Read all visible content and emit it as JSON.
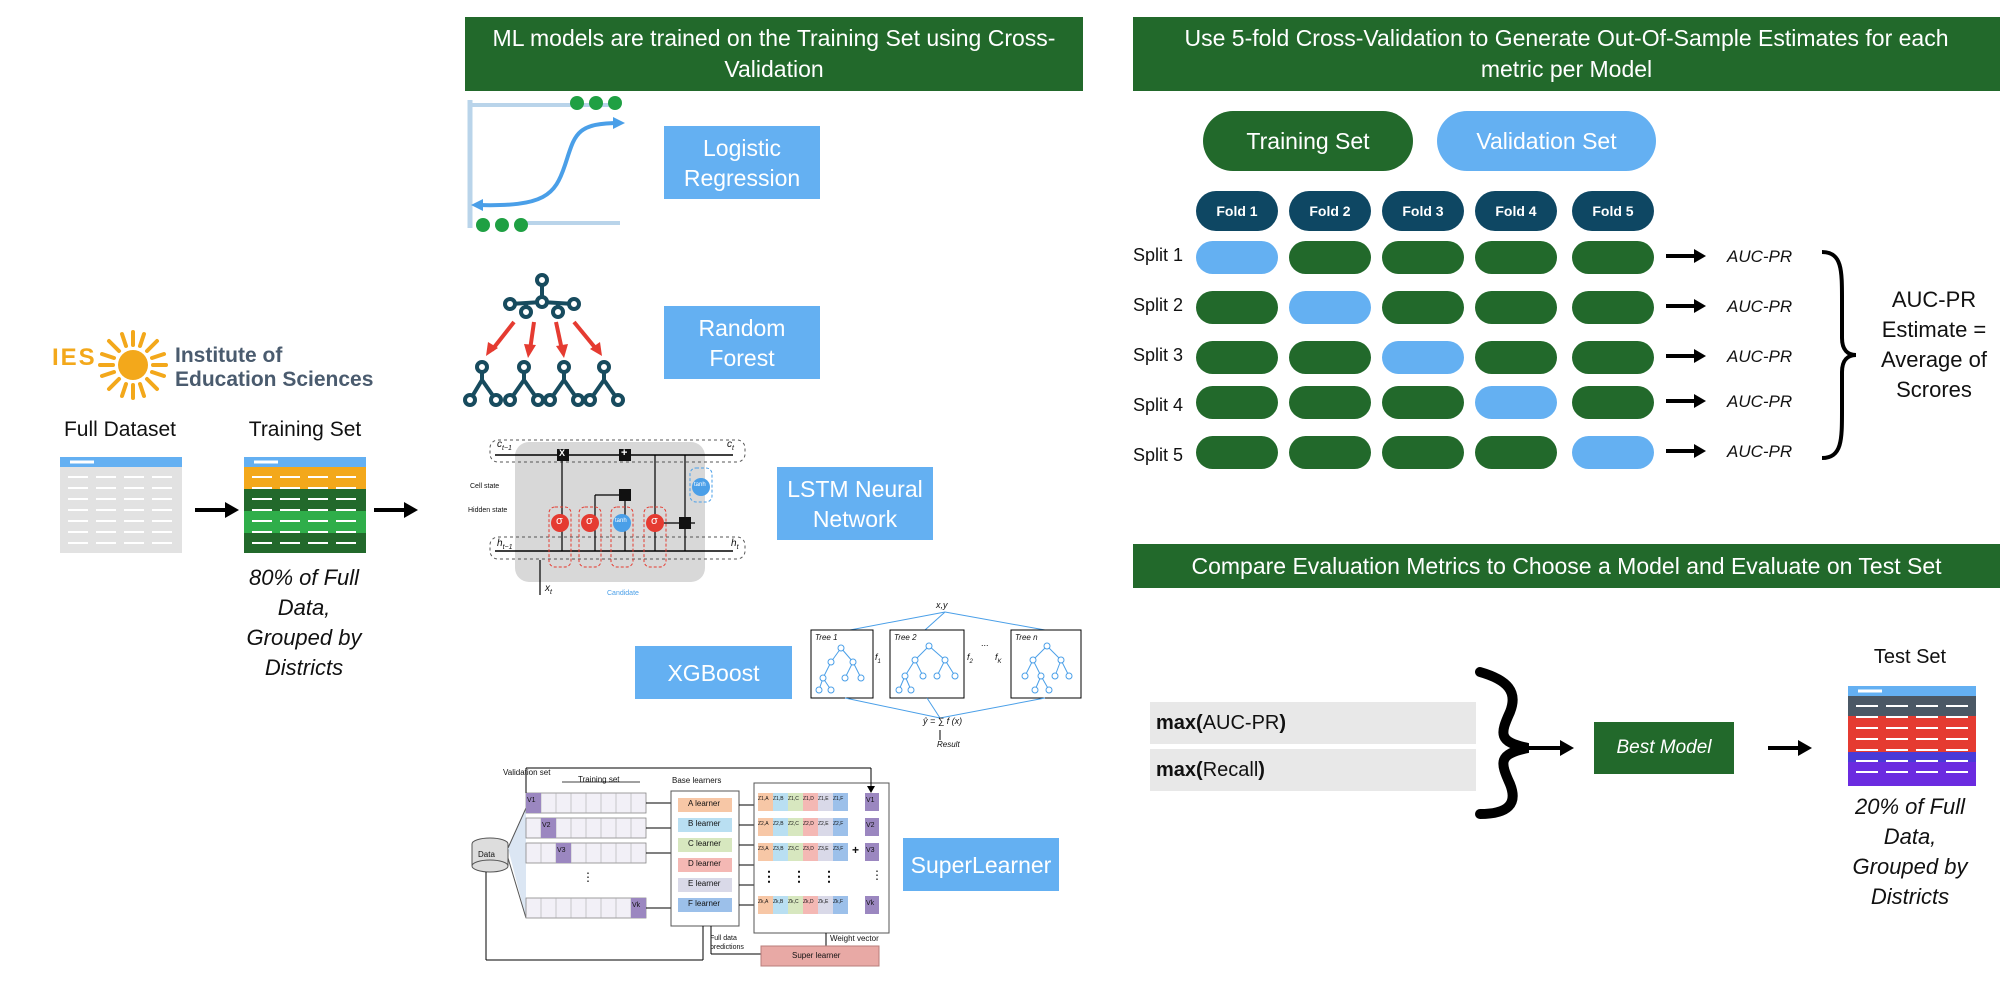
{
  "left": {
    "logo_acronym": "IES",
    "logo_line1": "Institute of",
    "logo_line2": "Education Sciences",
    "full_dataset_label": "Full Dataset",
    "training_set_label": "Training Set",
    "training_note": "80% of Full Data, Grouped by Districts"
  },
  "middle": {
    "header": "ML models are trained on the Training Set using Cross-Validation",
    "models": [
      {
        "label": "Logistic Regression"
      },
      {
        "label": "Random Forest"
      },
      {
        "label": "LSTM Neural Network"
      },
      {
        "label": "XGBoost"
      },
      {
        "label": "SuperLearner"
      }
    ],
    "lstm_fig": {
      "c_prev": "c",
      "c_prev_sub": "t−1",
      "c_t": "c",
      "c_t_sub": "t",
      "h_prev": "h",
      "h_prev_sub": "t−1",
      "h_t": "h",
      "h_t_sub": "t",
      "x_t": "x",
      "x_t_sub": "t",
      "cell_state": "Cell state",
      "hidden_state": "Hidden state",
      "candidate": "Candidate",
      "sigma": "σ",
      "tanh": "tanh",
      "mult": "X",
      "plus": "+"
    },
    "xgb_fig": {
      "input": "x,y",
      "tree1": "Tree 1",
      "tree2": "Tree 2",
      "treen": "Tree n",
      "f1": "f",
      "f1_sub": "1",
      "f2": "f",
      "f2_sub": "2",
      "fk": "f",
      "fk_sub": "K",
      "dots": "...",
      "formula": "ŷ = ∑ f (x)",
      "result": "Result"
    },
    "sl_fig": {
      "validation_set": "Validation set",
      "training_set": "Training set",
      "base_learners": "Base learners",
      "data": "Data",
      "learners": [
        "A learner",
        "B learner",
        "C learner",
        "D learner",
        "E learner",
        "F learner"
      ],
      "v_labels": [
        "V1",
        "V2",
        "V3",
        "Vk"
      ],
      "z_row1": [
        "Z1,A",
        "Z1,B",
        "Z1,C",
        "Z1,D",
        "Z1,E",
        "Z1,F"
      ],
      "z_row2": [
        "Z2,A",
        "Z2,B",
        "Z2,C",
        "Z2,D",
        "Z2,E",
        "Z2,F"
      ],
      "z_row3": [
        "Z3,A",
        "Z3,B",
        "Z3,C",
        "Z3,D",
        "Z3,E",
        "Z3,F"
      ],
      "z_rowk": [
        "Zk,A",
        "Zk,B",
        "Zk,C",
        "Zk,D",
        "Zk,E",
        "Zk,F"
      ],
      "v_right": [
        "V1",
        "V2",
        "V3",
        "Vk"
      ],
      "plus": "+",
      "ellipsis": "⋮",
      "full_data_predictions": "Full data predictions",
      "weight_vector": "Weight vector",
      "super_learner": "Super learner"
    }
  },
  "right": {
    "cv_header": "Use 5-fold Cross-Validation to Generate Out-Of-Sample Estimates for each metric per Model",
    "legend_train": "Training Set",
    "legend_val": "Validation Set",
    "folds": [
      "Fold 1",
      "Fold 2",
      "Fold 3",
      "Fold 4",
      "Fold 5"
    ],
    "splits": [
      {
        "label": "Split 1",
        "validation_fold": 1,
        "result": "AUC-PR"
      },
      {
        "label": "Split 2",
        "validation_fold": 2,
        "result": "AUC-PR"
      },
      {
        "label": "Split 3",
        "validation_fold": 3,
        "result": "AUC-PR"
      },
      {
        "label": "Split 4",
        "validation_fold": 4,
        "result": "AUC-PR"
      },
      {
        "label": "Split 5",
        "validation_fold": 5,
        "result": "AUC-PR"
      }
    ],
    "estimate_text": "AUC-PR Estimate = Average of Scrores",
    "compare_header": "Compare Evaluation Metrics to Choose a Model and Evaluate on Test Set",
    "metric1_bold": "max(",
    "metric1_text": "AUC-PR",
    "metric1_close": ")",
    "metric2_bold": "max(",
    "metric2_text": "Recall",
    "metric2_close": ")",
    "best_model": "Best Model",
    "test_set_label": "Test Set",
    "test_note": "20% of Full Data, Grouped by Districts"
  },
  "colors": {
    "green": "#22692b",
    "light_blue": "#64b0f2",
    "navy": "#0e4763",
    "logo_orange": "#f3a81b",
    "logo_text": "#4a5b6e"
  }
}
